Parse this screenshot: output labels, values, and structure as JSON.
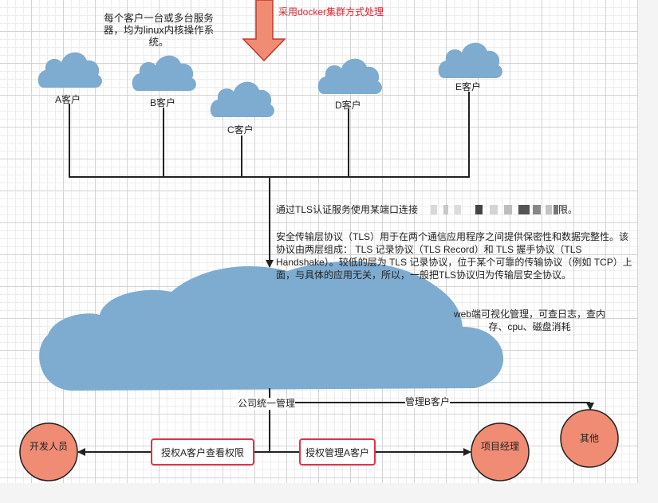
{
  "top_note": "每个客户一台或多台服务器，均为linux内核操作系统。",
  "docker_label": "采用docker集群方式处理",
  "clients": [
    "A客户",
    "B客户",
    "C客户",
    "D客户",
    "E客户"
  ],
  "tls_connect": "通过TLS认证服务使用某端口连接",
  "tls_connect_tail": "限。",
  "tls_description": "安全传输层协议（TLS）用于在两个通信应用程序之间提供保密性和数据完整性。该协议由两层组成： TLS 记录协议（TLS Record）和 TLS 握手协议（TLS Handshake）。较低的层为 TLS 记录协议，位于某个可靠的传输协议（例如 TCP）上面，与具体的应用无关，所以，一般把TLS协议归为传输层安全协议。",
  "web_note": "web端可视化管理，可查日志，查内存、cpu、磁盘消耗",
  "company_manage": "公司统一管理",
  "manage_b": "管理B客户",
  "auth_a_view": "授权A客户查看权限",
  "auth_manage_a": "授权管理A客户",
  "developer": "开发人员",
  "project_manager": "项目经理",
  "other": "其他",
  "colors": {
    "cloud": "#7eacd0",
    "node_fill": "#f08c74",
    "arrow_fill": "#f08c74",
    "red_text": "#e0202a",
    "red_box": "#e0334a"
  }
}
